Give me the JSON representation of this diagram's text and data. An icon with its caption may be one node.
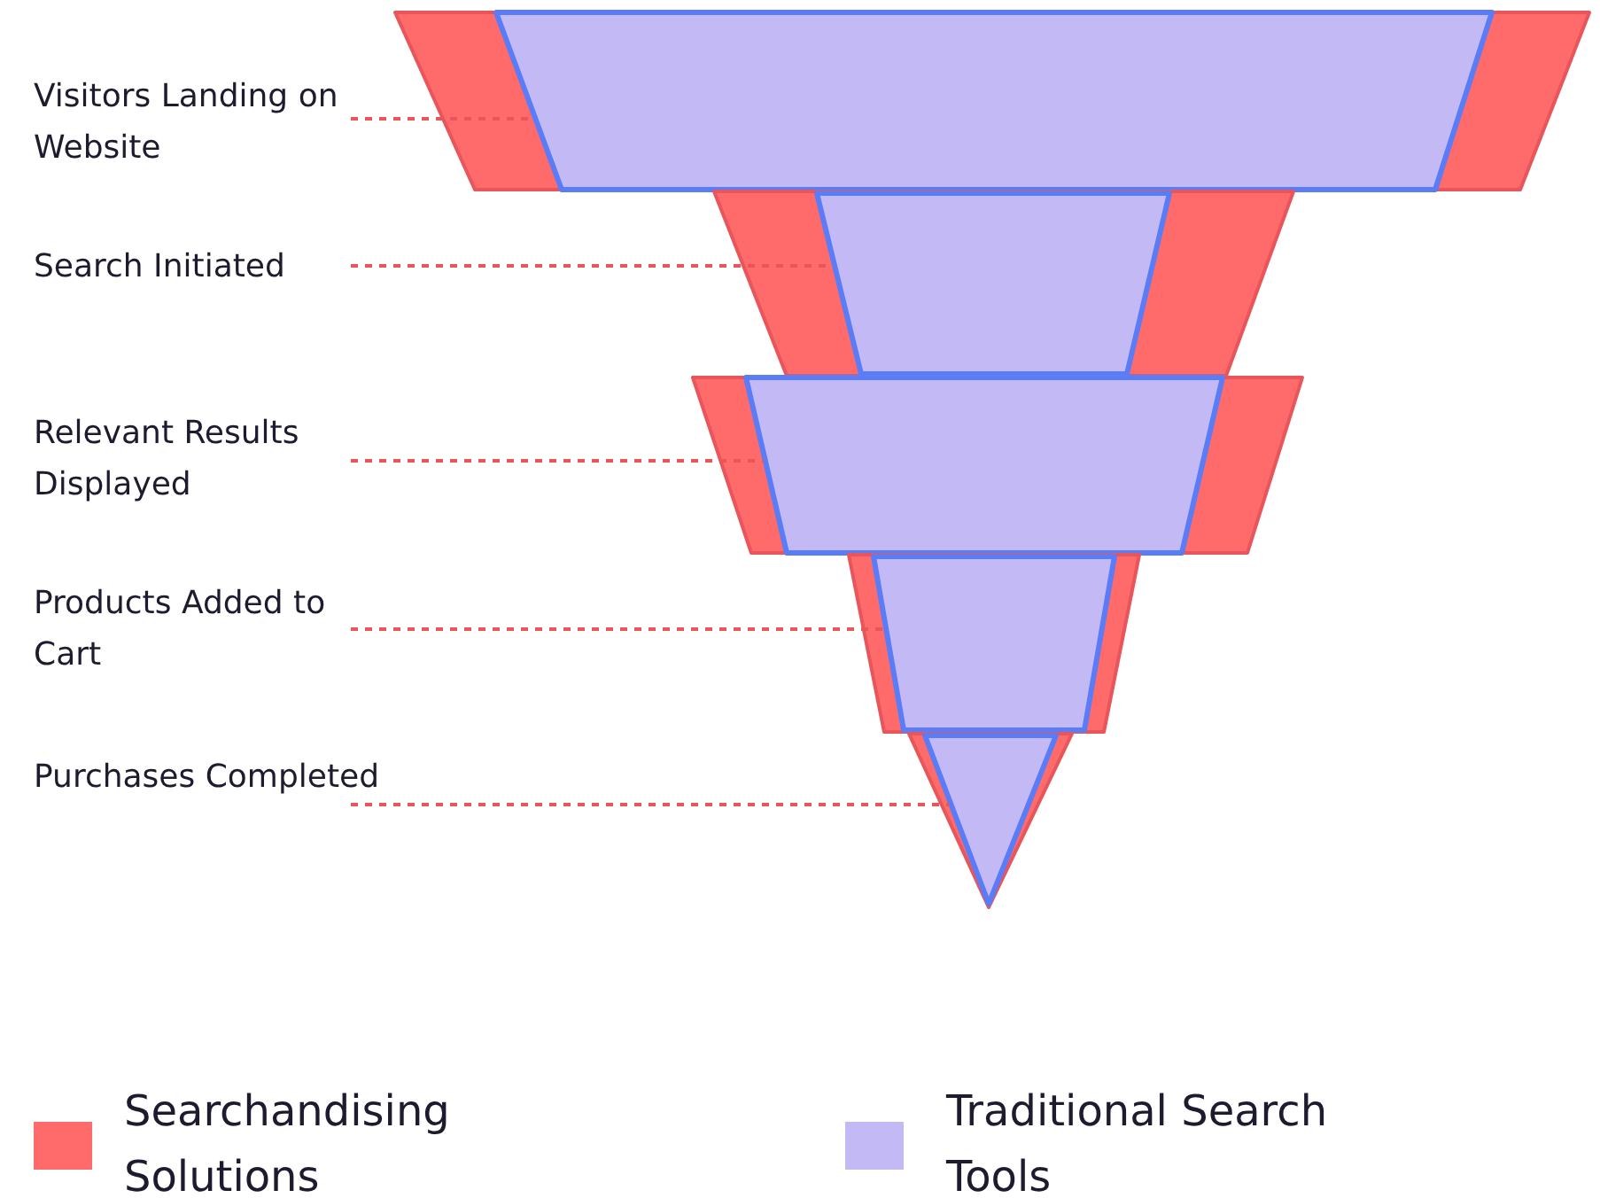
{
  "diagram": {
    "nodes": [
      {
        "text": [
          "Visitors Landing on Website"
        ]
      },
      {
        "text": [
          "Search Initiated"
        ]
      },
      {
        "text": [
          "Relevant Results Displayed"
        ]
      },
      {
        "text": [
          "Products Added to Cart"
        ]
      },
      {
        "text": [
          "Purchases Completed"
        ]
      },
      {
        "text": [],
        "shape": "trapezoid"
      },
      {
        "text": [],
        "shape": "trapezoid"
      },
      {
        "text": [],
        "shape": "trapezoid"
      },
      {
        "text": [],
        "shape": "trapezoid"
      },
      {
        "text": [],
        "shape": "triangle"
      },
      {
        "text": [],
        "shape": "trapezoid",
        "in": 5
      },
      {
        "text": [],
        "shape": "trapezoid",
        "in": 6
      },
      {
        "text": [],
        "shape": "trapezoid",
        "in": 7
      },
      {
        "text": [],
        "shape": "trapezoid",
        "in": 8
      },
      {
        "text": [],
        "shape": "triangle",
        "in": 9
      }
    ],
    "edges": [
      {
        "from": 0,
        "to": 10,
        "arrow": "none",
        "style": "dashed"
      },
      {
        "from": 1,
        "to": 11,
        "arrow": "none",
        "style": "dashed"
      },
      {
        "from": 2,
        "to": 12,
        "arrow": "none",
        "style": "dashed"
      },
      {
        "from": 3,
        "to": 13,
        "arrow": "none",
        "style": "dashed"
      },
      {
        "from": 4,
        "to": 14,
        "arrow": "none",
        "style": "dashed"
      }
    ],
    "legend": [
      {
        "text": "Searchandising Solutions",
        "color": "#ff6b6b"
      },
      {
        "text": "Traditional Search Tools",
        "color": "#c3baf5"
      }
    ]
  }
}
